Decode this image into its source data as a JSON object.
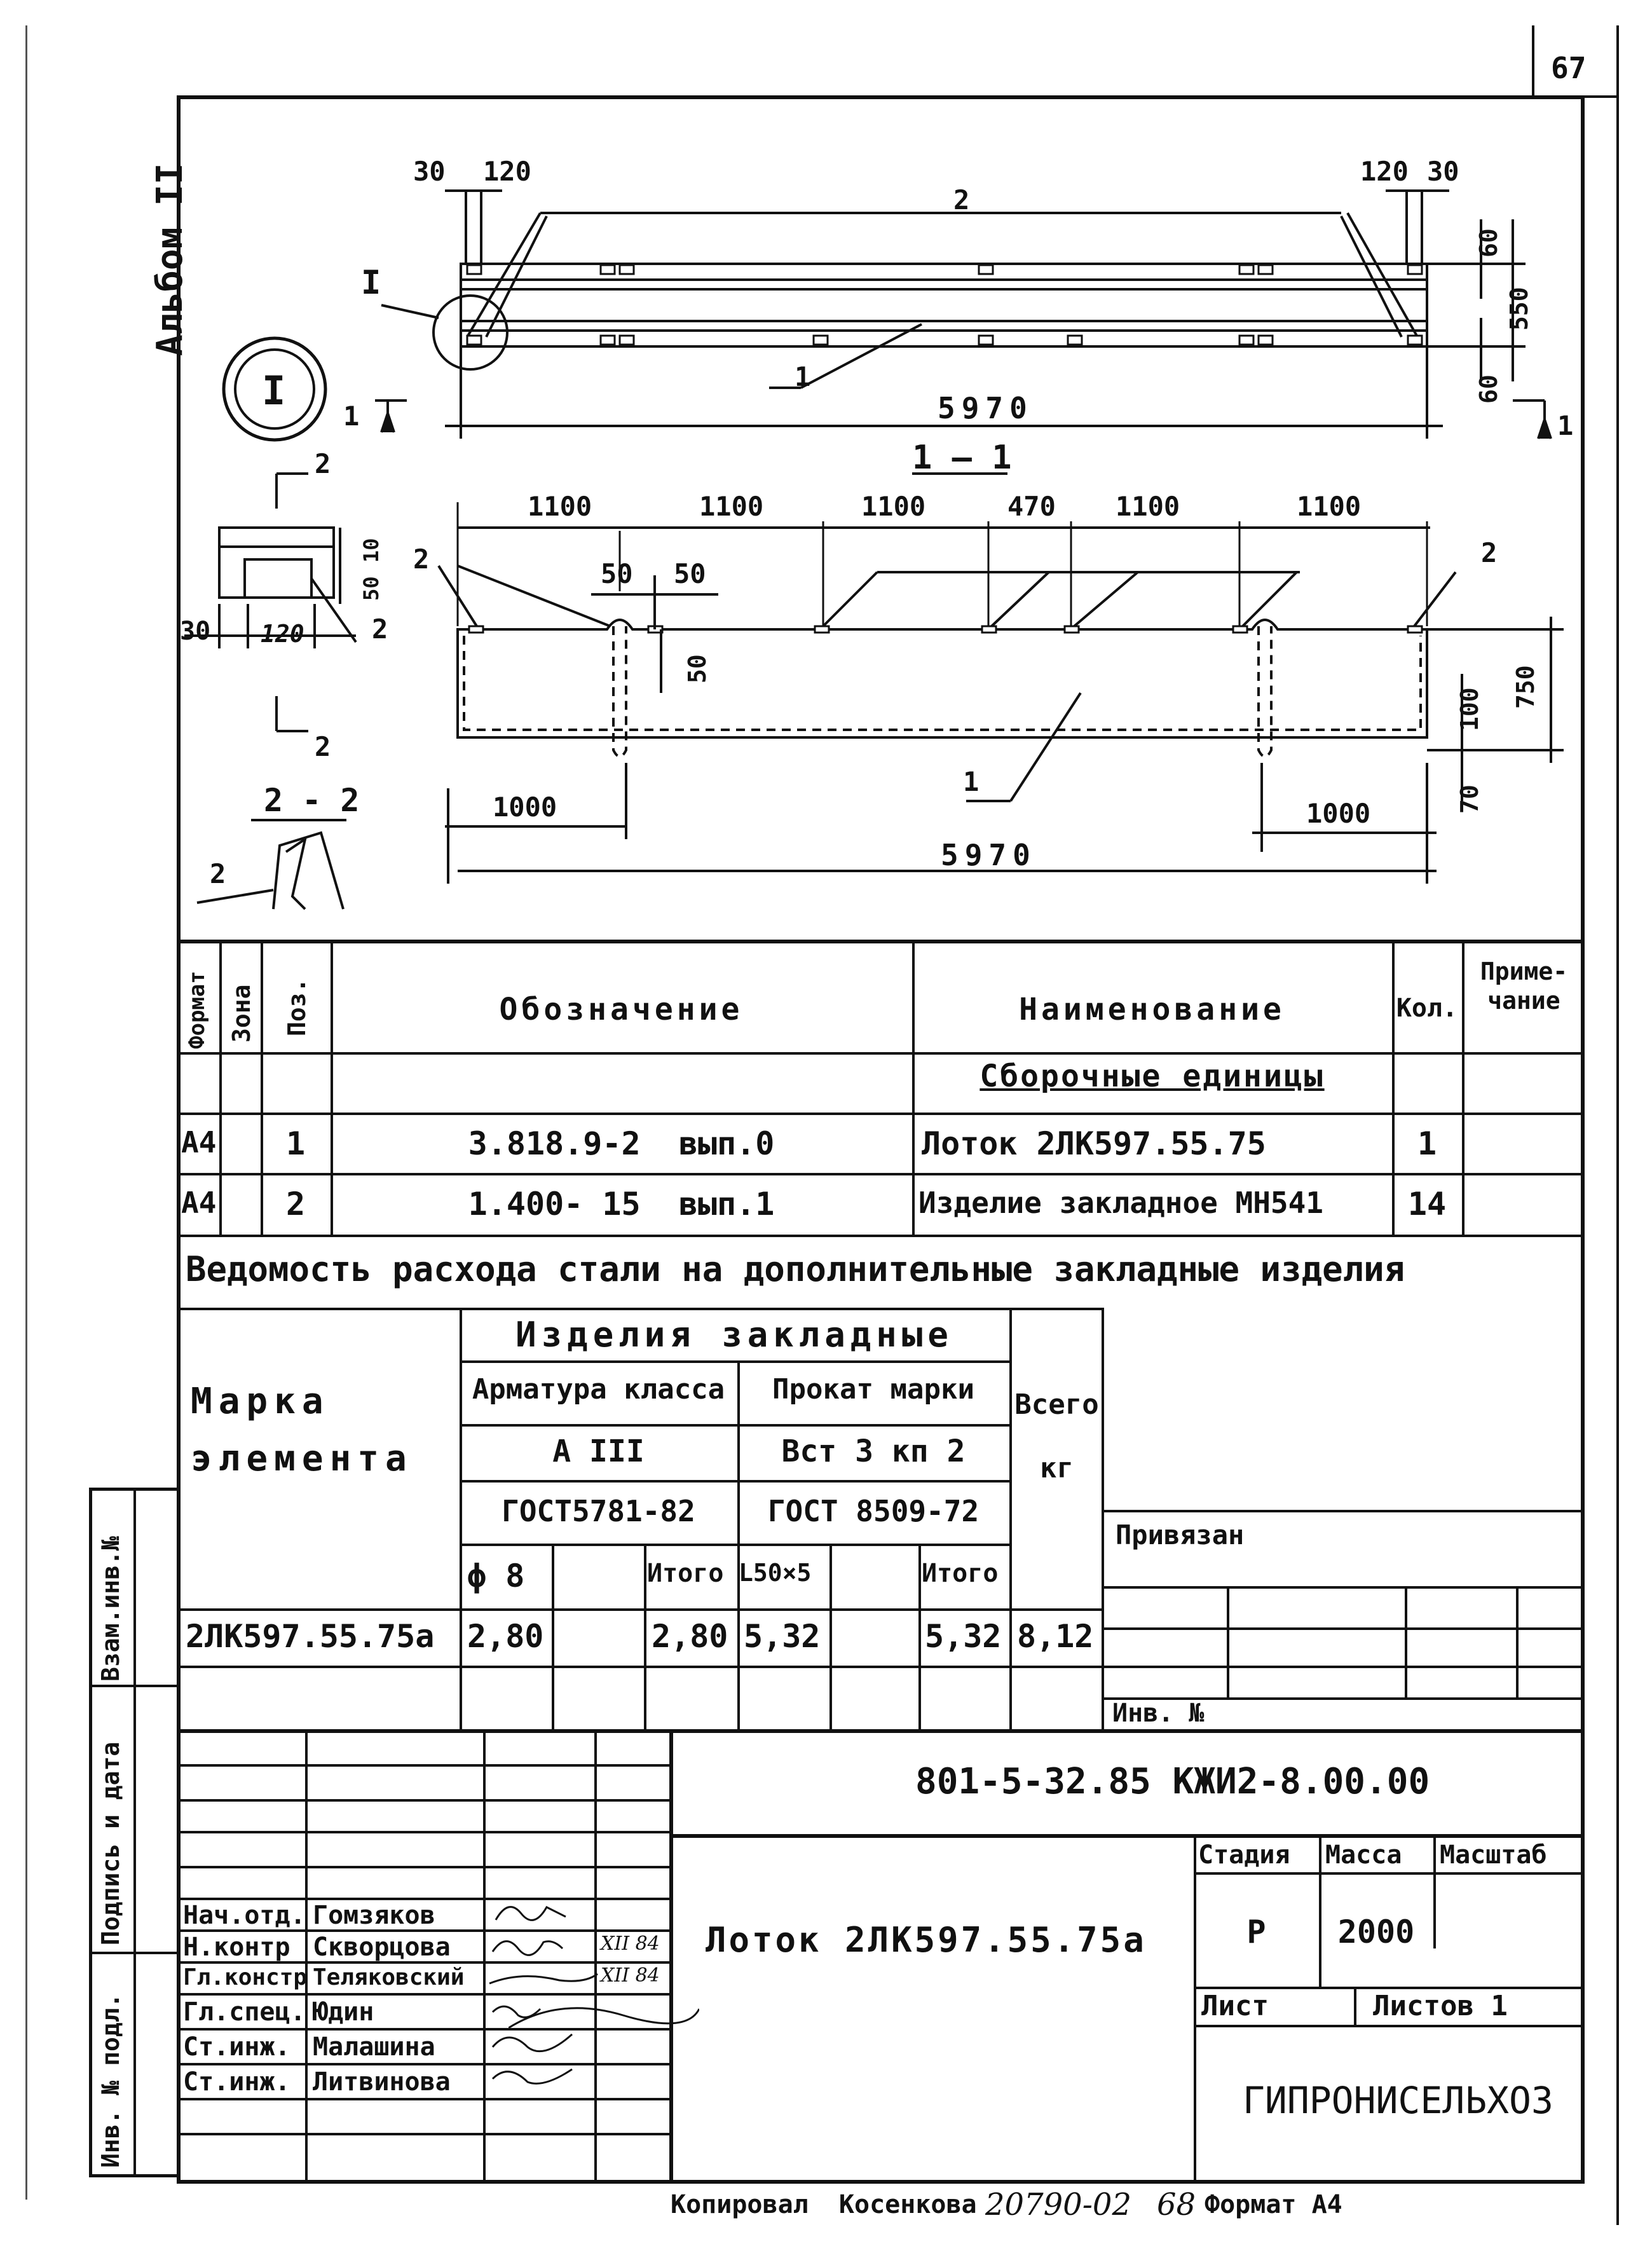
{
  "sheet": {
    "page_number": "67",
    "album": "Альбом II"
  },
  "drawing": {
    "callout_I": "I",
    "detail_I": "I",
    "plan": {
      "dim_30_left": "30",
      "dim_120_left": "120",
      "dim_120_right": "120",
      "dim_30_right": "30",
      "pos_2": "2",
      "pos_1": "1",
      "dim_60_top": "60",
      "dim_550": "550",
      "dim_60_bottom": "60",
      "length": "5970",
      "section_mark_left": "1",
      "section_mark_right": "1"
    },
    "section_1_1": {
      "title": "1 – 1",
      "dims_top": [
        "1100",
        "1100",
        "1100",
        "470",
        "1100",
        "1100"
      ],
      "dim_50a": "50",
      "dim_50b": "50",
      "dim_50_vertical": "50",
      "pos_2_left": "2",
      "pos_2_right": "2",
      "pos_1": "1",
      "dim_750": "750",
      "dim_100": "100",
      "dim_70": "70",
      "dim_1000_left": "1000",
      "dim_1000_right": "1000",
      "length": "5970"
    },
    "detail": {
      "section_mark_top": "2",
      "section_mark_bottom": "2",
      "dim_30": "30",
      "dim_120": "120",
      "dim_10": "10",
      "dim_50": "50",
      "pos_2": "2"
    },
    "section_2_2": {
      "title": "2 - 2",
      "pos_2": "2"
    }
  },
  "spec_table": {
    "headers": {
      "format": "Формат",
      "zone": "Зона",
      "pos": "Поз.",
      "designation": "Обозначение",
      "name": "Наименование",
      "qty": "Кол.",
      "note": "Приме-чание"
    },
    "section_title": "Сборочные единицы",
    "rows": [
      {
        "format": "А4",
        "zone": "",
        "pos": "1",
        "designation": "3.818.9-2  вып.0",
        "name": "Лоток 2ЛК597.55.75",
        "qty": "1",
        "note": ""
      },
      {
        "format": "А4",
        "zone": "",
        "pos": "2",
        "designation": "1.400- 15  вып.1",
        "name": "Изделие закладное МН541",
        "qty": "14",
        "note": ""
      }
    ]
  },
  "steel": {
    "title": "Ведомость расхода стали на дополнительные закладные изделия",
    "mark_header": "Марка элемента",
    "group_header": "Изделия закладные",
    "rebar_header": "Арматура класса",
    "rebar_class": "А III",
    "rebar_gost": "ГОСТ5781-82",
    "profile_header": "Прокат марки",
    "profile_grade": "Вст 3 кп 2",
    "profile_gost": "ГОСТ 8509-72",
    "total_header": "Всего кг",
    "col_d8": "ϕ 8",
    "col_total1": "Итого",
    "col_L50": "L50×5",
    "col_total2": "Итого",
    "row": {
      "mark": "2ЛК597.55.75а",
      "d8": "2,80",
      "empty1": "",
      "total1": "2,80",
      "L50": "5,32",
      "empty2": "",
      "total2": "5,32",
      "all": "8,12"
    }
  },
  "binding": {
    "label": "Привязан",
    "inv_label": "Инв. №"
  },
  "left_stamp": {
    "vzam": "Взам.инв.№",
    "podpis": "Подпись и дата",
    "inv_podl": "Инв. № подл."
  },
  "title_block": {
    "doc_code": "801-5-32.85 КЖИ2-8.00.00",
    "object_name": "Лоток 2ЛК597.55.75а",
    "stage_header": "Стадия",
    "mass_header": "Масса",
    "scale_header": "Масштаб",
    "stage": "Р",
    "mass": "2000",
    "sheet_label": "Лист",
    "sheets_label": "Листов 1",
    "organization": "ГИПРОНИСЕЛЬХОЗ",
    "people": [
      {
        "role": "Нач.отд.",
        "name": "Гомзяков",
        "date": ""
      },
      {
        "role": "Н.контр",
        "name": "Скворцова",
        "date": "XII 84"
      },
      {
        "role": "Гл.констр",
        "name": "Теляковский",
        "date": "XII 84"
      },
      {
        "role": "Гл.спец.",
        "name": "Юдин",
        "date": ""
      },
      {
        "role": "Ст.инж.",
        "name": "Малашина",
        "date": ""
      },
      {
        "role": "Ст.инж.",
        "name": "Литвинова",
        "date": ""
      }
    ]
  },
  "footer": {
    "copied": "Копировал  Косенкова",
    "ref": "20790-02",
    "num": "68",
    "format": "Формат А4"
  }
}
